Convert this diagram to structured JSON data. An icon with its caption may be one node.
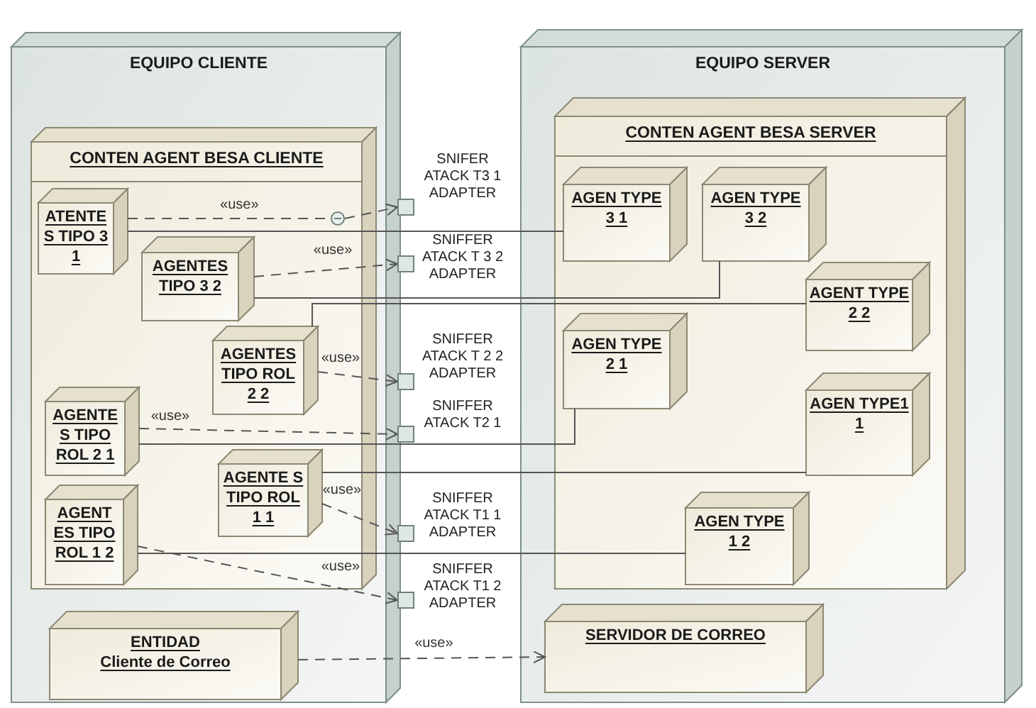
{
  "diagram": {
    "nodes": [
      {
        "text": [
          "EQUIPO CLIENTE"
        ]
      },
      {
        "text": [
          "CONTEN AGENT BESA CLIENTE"
        ],
        "in": 0
      },
      {
        "text": [
          "ATENTE S TIPO 3 1"
        ],
        "in": 1
      },
      {
        "text": [
          "AGENTES TIPO 3 2"
        ],
        "in": 1
      },
      {
        "text": [
          "AGENTES TIPO ROL 2 2"
        ],
        "in": 1
      },
      {
        "text": [
          "AGENTE S TIPO ROL 2 1"
        ],
        "in": 1
      },
      {
        "text": [
          "AGENTE S TIPO ROL 1 1"
        ],
        "in": 1
      },
      {
        "text": [
          "AGENT ES TIPO ROL 1 2"
        ],
        "in": 1
      },
      {
        "text": [
          "ENTIDAD",
          "Cliente de Correo"
        ],
        "in": 0
      },
      {
        "text": [],
        "shape": "circle",
        "in": 1
      },
      {
        "text": [],
        "shape": "box",
        "beside": [
          "SNIFER ATACK T3 1 ADAPTER"
        ]
      },
      {
        "text": [],
        "shape": "box",
        "beside": [
          "SNIFFER ATACK T 3 2 ADAPTER"
        ]
      },
      {
        "text": [],
        "shape": "box",
        "beside": [
          "SNIFFER ATACK T 2 2 ADAPTER"
        ]
      },
      {
        "text": [],
        "shape": "box",
        "beside": [
          "SNIFFER ATACK T2 1"
        ]
      },
      {
        "text": [],
        "shape": "box",
        "beside": [
          "SNIFFER ATACK T1 1 ADAPTER"
        ]
      },
      {
        "text": [],
        "shape": "box",
        "beside": [
          "SNIFFER ATACK T1 2 ADAPTER"
        ]
      },
      {
        "text": [
          "EQUIPO SERVER"
        ]
      },
      {
        "text": [
          "CONTEN AGENT BESA SERVER"
        ],
        "in": 16
      },
      {
        "text": [
          "AGEN TYPE 3 1"
        ],
        "in": 17
      },
      {
        "text": [
          "AGEN TYPE 3 2"
        ],
        "in": 17
      },
      {
        "text": [
          "AGENT TYPE 2 2"
        ],
        "in": 17
      },
      {
        "text": [
          "AGEN TYPE 2 1"
        ],
        "in": 17
      },
      {
        "text": [
          "AGEN TYPE1 1"
        ],
        "in": 17
      },
      {
        "text": [
          "AGEN TYPE 1 2"
        ],
        "in": 17
      },
      {
        "text": [
          "SERVIDOR DE CORREO"
        ],
        "in": 16
      }
    ],
    "edges": [
      {
        "from": 2,
        "to": 9,
        "arrow": "none",
        "style": "dashed",
        "label": "«use»"
      },
      {
        "from": 9,
        "to": 10,
        "arrow": "to",
        "style": "dashed"
      },
      {
        "from": 3,
        "to": 11,
        "arrow": "to",
        "style": "dashed",
        "label": "«use»"
      },
      {
        "from": 4,
        "to": 12,
        "arrow": "to",
        "style": "dashed",
        "label": "«use»"
      },
      {
        "from": 5,
        "to": 13,
        "arrow": "to",
        "style": "dashed",
        "label": "«use»"
      },
      {
        "from": 6,
        "to": 14,
        "arrow": "to",
        "style": "dashed",
        "label": "«use»"
      },
      {
        "from": 7,
        "to": 15,
        "arrow": "to",
        "style": "dashed",
        "label": "«use»"
      },
      {
        "from": 8,
        "to": 24,
        "arrow": "to",
        "style": "dashed",
        "label": "«use»"
      },
      {
        "from": 2,
        "to": 18,
        "arrow": "none"
      },
      {
        "from": 3,
        "to": 19,
        "arrow": "none"
      },
      {
        "from": 4,
        "to": 20,
        "arrow": "none"
      },
      {
        "from": 5,
        "to": 21,
        "arrow": "none"
      },
      {
        "from": 6,
        "to": 22,
        "arrow": "none"
      },
      {
        "from": 7,
        "to": 23,
        "arrow": "none"
      }
    ]
  }
}
